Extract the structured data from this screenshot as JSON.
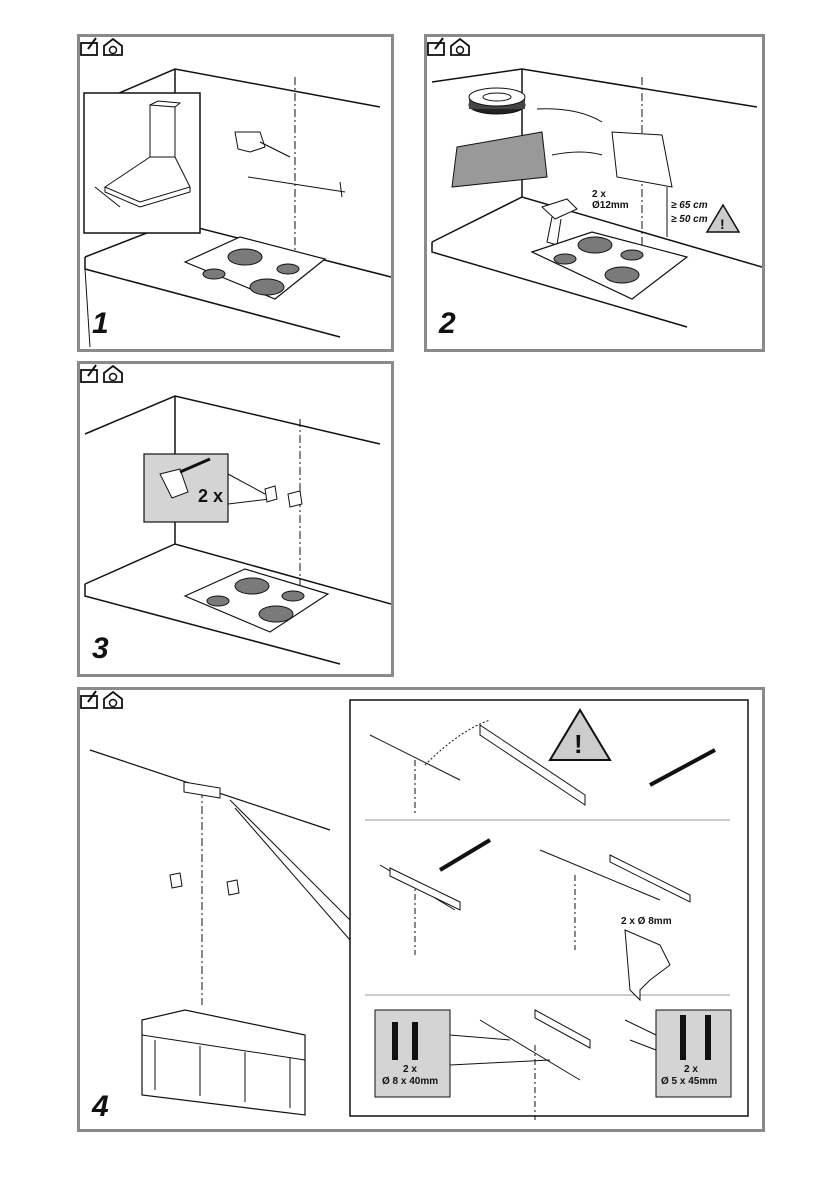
{
  "panels": [
    {
      "step": "1"
    },
    {
      "step": "2",
      "labels": {
        "drill_count": "2 x",
        "drill_size": "Ø12mm",
        "min_gas": "≥ 65 cm",
        "min_electric": "≥ 50 cm"
      }
    },
    {
      "step": "3",
      "labels": {
        "bracket_count": "2 x"
      }
    },
    {
      "step": "4",
      "labels": {
        "drill": "2 x Ø 8mm",
        "plugs_count": "2 x",
        "plugs_size": "Ø 8 x 40mm",
        "screws_count": "2 x",
        "screws_size": "Ø 5 x 45mm"
      }
    }
  ],
  "icons": [
    "installer-icon",
    "house-icon"
  ],
  "colors": {
    "border": "#8a8a8a",
    "hob_ring": "#7a7a7a",
    "callout_bg": "#d4d4d4"
  }
}
